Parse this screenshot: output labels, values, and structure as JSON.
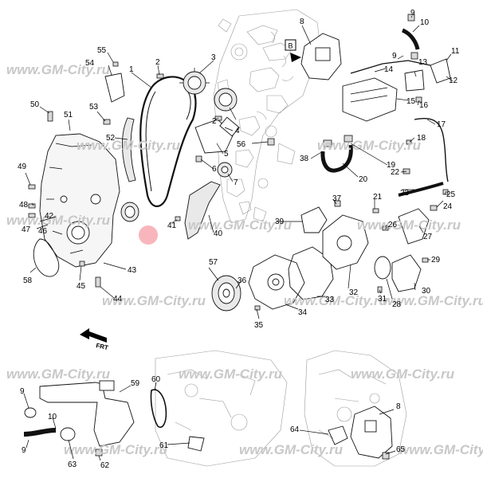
{
  "watermark": "www.GM-City.ru",
  "front_marker": "FRT",
  "direction_box_label": "B",
  "callouts": [
    {
      "id": "c1",
      "label": "1"
    },
    {
      "id": "c2a",
      "label": "2"
    },
    {
      "id": "c2b",
      "label": "2"
    },
    {
      "id": "c3",
      "label": "3"
    },
    {
      "id": "c4",
      "label": "4"
    },
    {
      "id": "c5",
      "label": "5"
    },
    {
      "id": "c6",
      "label": "6"
    },
    {
      "id": "c7",
      "label": "7"
    },
    {
      "id": "c8a",
      "label": "8"
    },
    {
      "id": "c8b",
      "label": "8"
    },
    {
      "id": "c9a",
      "label": "9"
    },
    {
      "id": "c9b",
      "label": "9"
    },
    {
      "id": "c9c",
      "label": "9"
    },
    {
      "id": "c9d",
      "label": "9"
    },
    {
      "id": "c10a",
      "label": "10"
    },
    {
      "id": "c10b",
      "label": "10"
    },
    {
      "id": "c11",
      "label": "11"
    },
    {
      "id": "c12",
      "label": "12"
    },
    {
      "id": "c13",
      "label": "13"
    },
    {
      "id": "c14",
      "label": "14"
    },
    {
      "id": "c15",
      "label": "15"
    },
    {
      "id": "c16",
      "label": "16"
    },
    {
      "id": "c17",
      "label": "17"
    },
    {
      "id": "c18",
      "label": "18"
    },
    {
      "id": "c19",
      "label": "19"
    },
    {
      "id": "c20",
      "label": "20"
    },
    {
      "id": "c21",
      "label": "21"
    },
    {
      "id": "c22",
      "label": "22"
    },
    {
      "id": "c23",
      "label": "23"
    },
    {
      "id": "c24",
      "label": "24"
    },
    {
      "id": "c25",
      "label": "25"
    },
    {
      "id": "c26",
      "label": "26"
    },
    {
      "id": "c27",
      "label": "27"
    },
    {
      "id": "c28",
      "label": "28"
    },
    {
      "id": "c29",
      "label": "29"
    },
    {
      "id": "c30",
      "label": "30"
    },
    {
      "id": "c31",
      "label": "31"
    },
    {
      "id": "c32",
      "label": "32"
    },
    {
      "id": "c33",
      "label": "33"
    },
    {
      "id": "c34",
      "label": "34"
    },
    {
      "id": "c35",
      "label": "35"
    },
    {
      "id": "c36",
      "label": "36"
    },
    {
      "id": "c37",
      "label": "37"
    },
    {
      "id": "c38",
      "label": "38"
    },
    {
      "id": "c39",
      "label": "39"
    },
    {
      "id": "c40",
      "label": "40"
    },
    {
      "id": "c41",
      "label": "41"
    },
    {
      "id": "c42",
      "label": "42"
    },
    {
      "id": "c43",
      "label": "43"
    },
    {
      "id": "c44",
      "label": "44"
    },
    {
      "id": "c45",
      "label": "45"
    },
    {
      "id": "c46",
      "label": "46"
    },
    {
      "id": "c47",
      "label": "47"
    },
    {
      "id": "c48",
      "label": "48"
    },
    {
      "id": "c49",
      "label": "49"
    },
    {
      "id": "c50",
      "label": "50"
    },
    {
      "id": "c51",
      "label": "51"
    },
    {
      "id": "c52",
      "label": "52"
    },
    {
      "id": "c53",
      "label": "53"
    },
    {
      "id": "c54",
      "label": "54"
    },
    {
      "id": "c55",
      "label": "55"
    },
    {
      "id": "c56",
      "label": "56"
    },
    {
      "id": "c57",
      "label": "57"
    },
    {
      "id": "c58",
      "label": "58"
    },
    {
      "id": "c59",
      "label": "59"
    },
    {
      "id": "c60",
      "label": "60"
    },
    {
      "id": "c61",
      "label": "61"
    },
    {
      "id": "c62",
      "label": "62"
    },
    {
      "id": "c63",
      "label": "63"
    },
    {
      "id": "c64",
      "label": "64"
    },
    {
      "id": "c65",
      "label": "65"
    }
  ]
}
